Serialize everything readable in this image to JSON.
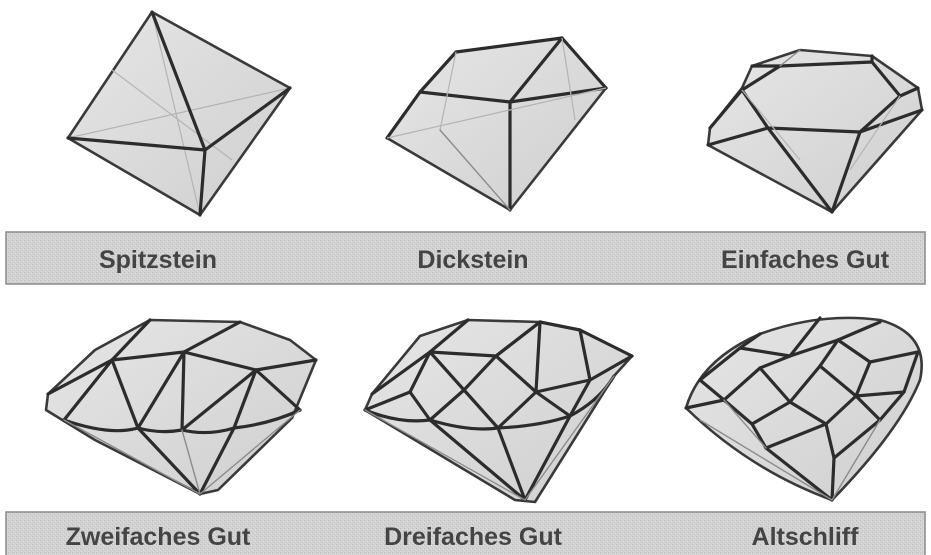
{
  "figure": {
    "background": "#ffffff",
    "band_color": "#d4d4d4",
    "band_edge_color": "#8a8a8a",
    "line_color": "#2c2c2c",
    "text_color": "#444444"
  },
  "cuts": [
    {
      "id": "spitzstein",
      "label": "Spitzstein"
    },
    {
      "id": "dickstein",
      "label": "Dickstein"
    },
    {
      "id": "einfaches-gut",
      "label": "Einfaches Gut"
    },
    {
      "id": "zweifaches-gut",
      "label": "Zweifaches Gut"
    },
    {
      "id": "dreifaches-gut",
      "label": "Dreifaches Gut"
    },
    {
      "id": "altschliff",
      "label": "Altschliff"
    }
  ]
}
